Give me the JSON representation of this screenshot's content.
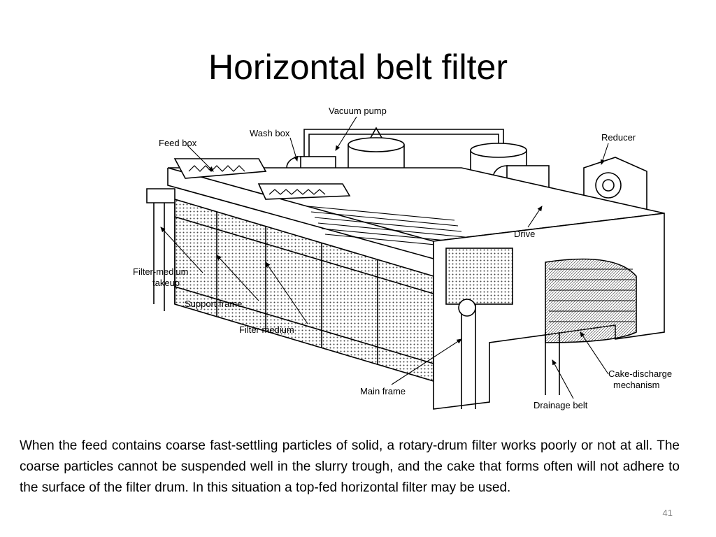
{
  "slide": {
    "title": "Horizontal belt filter",
    "body": "When the feed contains coarse fast-settling particles of solid, a rotary-drum filter works poorly or not at all. The coarse particles cannot be suspended well in the slurry trough, and the cake that forms often will not adhere to the surface of the filter drum. In this situation a top-fed horizontal filter may be used.",
    "page_number": "41"
  },
  "figure": {
    "labels": {
      "vacuum_pump": "Vacuum pump",
      "wash_box": "Wash box",
      "feed_box": "Feed box",
      "reducer": "Reducer",
      "drive": "Drive",
      "filter_medium_takeup_1": "Filter-medium",
      "filter_medium_takeup_2": "takeup",
      "support_frame": "Support frame",
      "filter_medium": "Filter medium",
      "main_frame": "Main frame",
      "cake_discharge_1": "Cake-discharge",
      "cake_discharge_2": "mechanism",
      "drainage_belt": "Drainage belt"
    }
  }
}
